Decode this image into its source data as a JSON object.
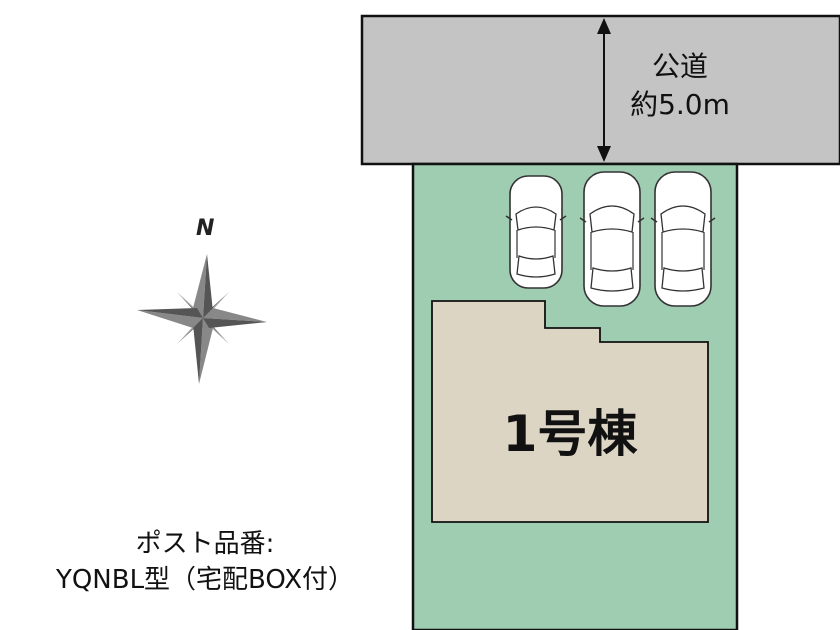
{
  "road": {
    "name": "公道",
    "width": "約5.0m"
  },
  "building": {
    "label": "1号棟"
  },
  "compass": {
    "label": "N"
  },
  "post": {
    "title": "ポスト品番:",
    "model": "YQNBL型（宅配BOX付）"
  },
  "colors": {
    "road": "#c4c4c4",
    "lot": "#9fcdb2",
    "building": "#ddd5c4",
    "outline": "#111111"
  }
}
